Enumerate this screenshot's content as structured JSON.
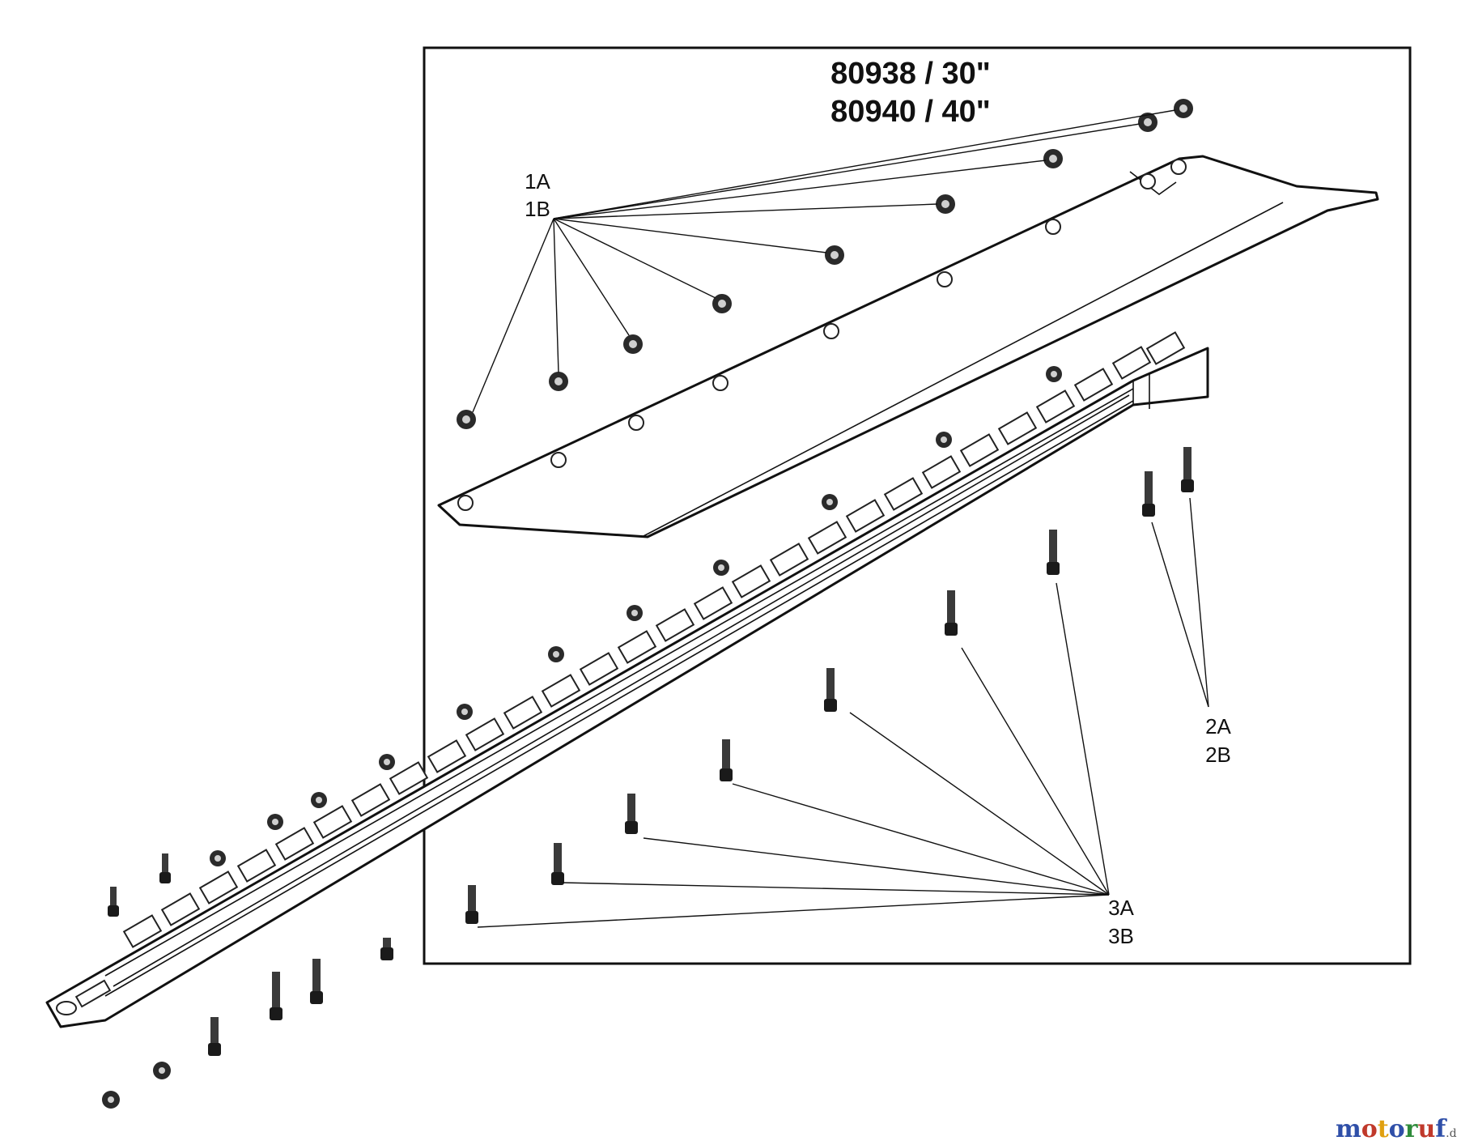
{
  "diagram": {
    "model_lines": [
      "80938 / 30\"",
      "80940 / 40\""
    ],
    "callouts": {
      "nuts": [
        "1A",
        "1B"
      ],
      "rear_bolts": [
        "2A",
        "2B"
      ],
      "bolts": [
        "3A",
        "3B"
      ]
    },
    "watermark": {
      "letters": [
        {
          "char": "m",
          "color": "#2f4fa8"
        },
        {
          "char": "o",
          "color": "#c0392b"
        },
        {
          "char": "t",
          "color": "#e0a010"
        },
        {
          "char": "o",
          "color": "#2f4fa8"
        },
        {
          "char": "r",
          "color": "#2e8b3a"
        },
        {
          "char": "u",
          "color": "#c0392b"
        },
        {
          "char": "f",
          "color": "#2f4fa8"
        }
      ],
      "suffix": ".de"
    }
  }
}
